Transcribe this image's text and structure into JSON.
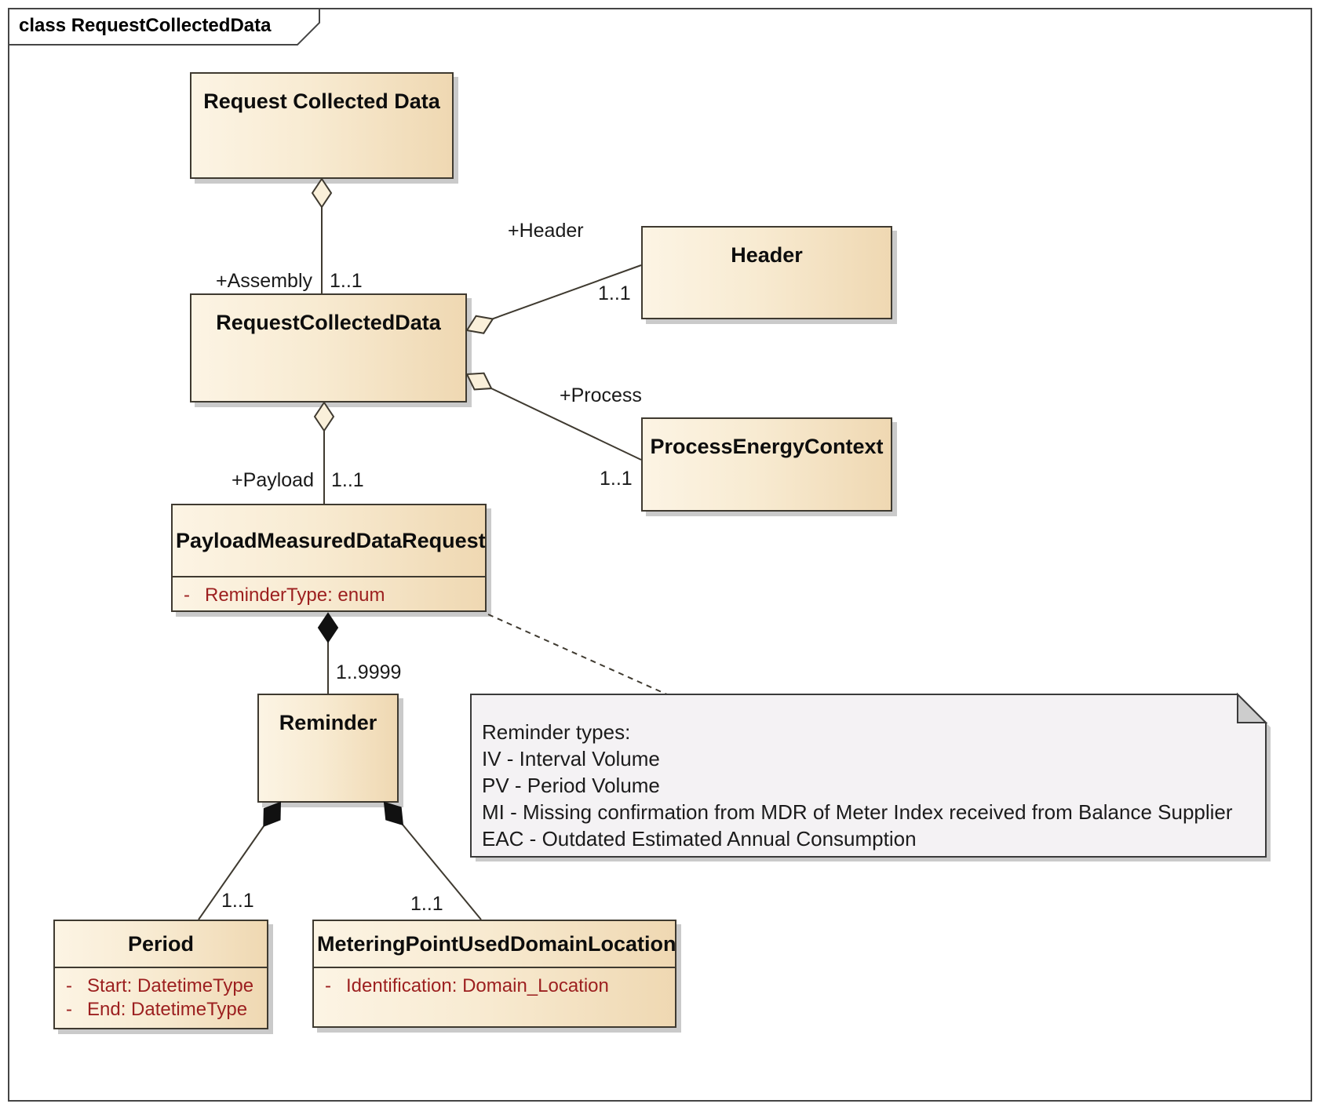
{
  "frame": {
    "title": "class RequestCollectedData"
  },
  "classes": {
    "request_collected_data_top": {
      "name": "Request Collected Data"
    },
    "request_collected_data": {
      "name": "RequestCollectedData"
    },
    "header": {
      "name": "Header"
    },
    "process_energy_context": {
      "name": "ProcessEnergyContext"
    },
    "payload_measured_data_request": {
      "name": "PayloadMeasuredDataRequest",
      "attributes": [
        {
          "visibility": "-",
          "text": "ReminderType: enum"
        }
      ]
    },
    "reminder": {
      "name": "Reminder"
    },
    "period": {
      "name": "Period",
      "attributes": [
        {
          "visibility": "-",
          "text": "Start: DatetimeType"
        },
        {
          "visibility": "-",
          "text": "End: DatetimeType"
        }
      ]
    },
    "metering_point_used_domain_location": {
      "name": "MeteringPointUsedDomainLocation",
      "attributes": [
        {
          "visibility": "-",
          "text": "Identification: Domain_Location"
        }
      ]
    }
  },
  "edges": {
    "assembly": {
      "role": "+Assembly",
      "multiplicity": "1..1",
      "type": "aggregation"
    },
    "header": {
      "role": "+Header",
      "multiplicity": "1..1",
      "type": "aggregation"
    },
    "process": {
      "role": "+Process",
      "multiplicity": "1..1",
      "type": "aggregation"
    },
    "payload": {
      "role": "+Payload",
      "multiplicity": "1..1",
      "type": "aggregation"
    },
    "reminder": {
      "multiplicity": "1..9999",
      "type": "composition"
    },
    "period": {
      "multiplicity": "1..1",
      "type": "composition"
    },
    "metering_point": {
      "multiplicity": "1..1",
      "type": "composition"
    }
  },
  "note": {
    "lines": [
      "Reminder types:",
      "IV - Interval Volume",
      "PV - Period Volume",
      "MI - Missing confirmation from MDR of Meter Index received from Balance Supplier",
      "EAC - Outdated Estimated Annual Consumption"
    ]
  },
  "colors": {
    "box_fill_left": "#FCF4E4",
    "box_fill_right": "#EFD8B2",
    "box_border": "#3F3A30",
    "attribute_text": "#9C1F1F",
    "note_fill": "#F4F2F4",
    "note_fold": "#CDCDCD",
    "shadow": "#CACACA",
    "line": "#3F3A30"
  }
}
